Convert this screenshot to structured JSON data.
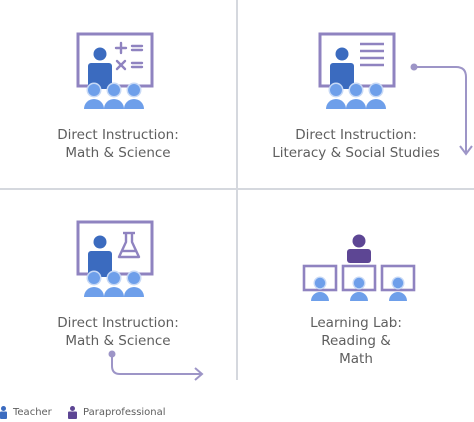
{
  "colors": {
    "board": "#8f83c0",
    "teacher": "#3b6bbf",
    "student": "#6e9fea",
    "student_ring": "#c7d9f6",
    "para": "#5d4694",
    "arrow": "#9d95c7",
    "divider": "#d5d8de"
  },
  "stations": [
    {
      "line1": "Direct Instruction:",
      "line2": "Math & Science",
      "board_icon": "math-symbols-icon"
    },
    {
      "line1": "Direct Instruction:",
      "line2": "Literacy & Social Studies",
      "board_icon": "text-lines-icon"
    },
    {
      "line1": "Direct Instruction:",
      "line2": "Math & Science",
      "board_icon": "flask-icon"
    },
    {
      "line1": "Learning Lab:",
      "line2": "Reading &",
      "line3": "Math",
      "board_icon": "computer-monitors-icon"
    }
  ],
  "legend": {
    "teacher": "Teacher",
    "para": "Paraprofessional"
  }
}
